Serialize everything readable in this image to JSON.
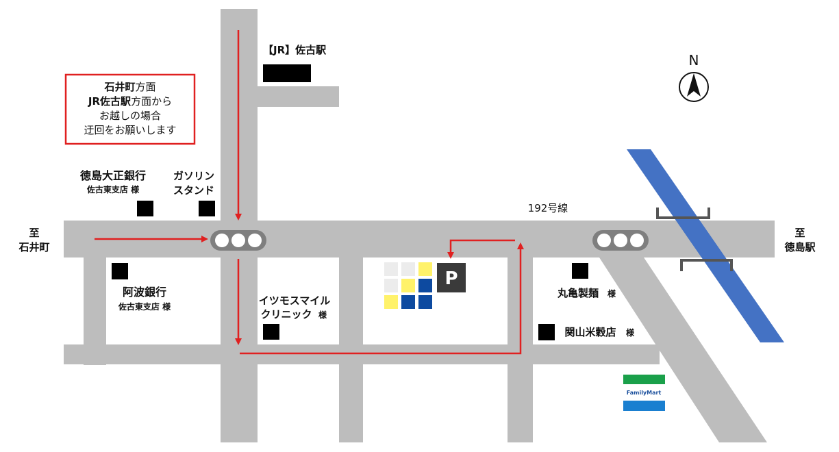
{
  "map": {
    "north_label": "N",
    "road_label": "192号線",
    "west_direction": {
      "line1": "至",
      "line2": "石井町"
    },
    "east_direction": {
      "line1": "至",
      "line2": "徳島駅"
    }
  },
  "notice": {
    "line1_bold": "石井町",
    "line1_rest": "方面",
    "line2_bold": "JR佐古駅",
    "line2_rest": "方面から",
    "line3": "お越しの場合",
    "line4": "迂回をお願いします",
    "border_color": "#e02020"
  },
  "landmarks": {
    "jr_station": "【JR】佐古駅",
    "tokushima_taisho": {
      "name": "徳島大正銀行",
      "branch": "佐古東支店 様"
    },
    "gas_station": {
      "line1": "ガソリン",
      "line2": "スタンド"
    },
    "awa_bank": {
      "name": "阿波銀行",
      "branch": "佐古東支店 様"
    },
    "itsumo_smile": {
      "line1": "イツモスマイル",
      "line2": "クリニック",
      "suffix": "様"
    },
    "marukame": {
      "name": "丸亀製麺",
      "suffix": "様"
    },
    "sekiyama": {
      "name": "関山米穀店",
      "suffix": "様"
    },
    "familymart": "FamilyMart",
    "parking": "P"
  },
  "colors": {
    "road": "#bdbdbd",
    "route": "#e02020",
    "river": "#4472c4",
    "signal_body": "#7f7f7f",
    "landmark_block": "#000000",
    "fm_green": "#1aa04a",
    "fm_blue": "#1a7fd0",
    "parking_bg": "#3a3a3a",
    "destination_yellow": "#fff26a",
    "destination_gray": "#ececec",
    "destination_blue": "#0d4aa0"
  }
}
